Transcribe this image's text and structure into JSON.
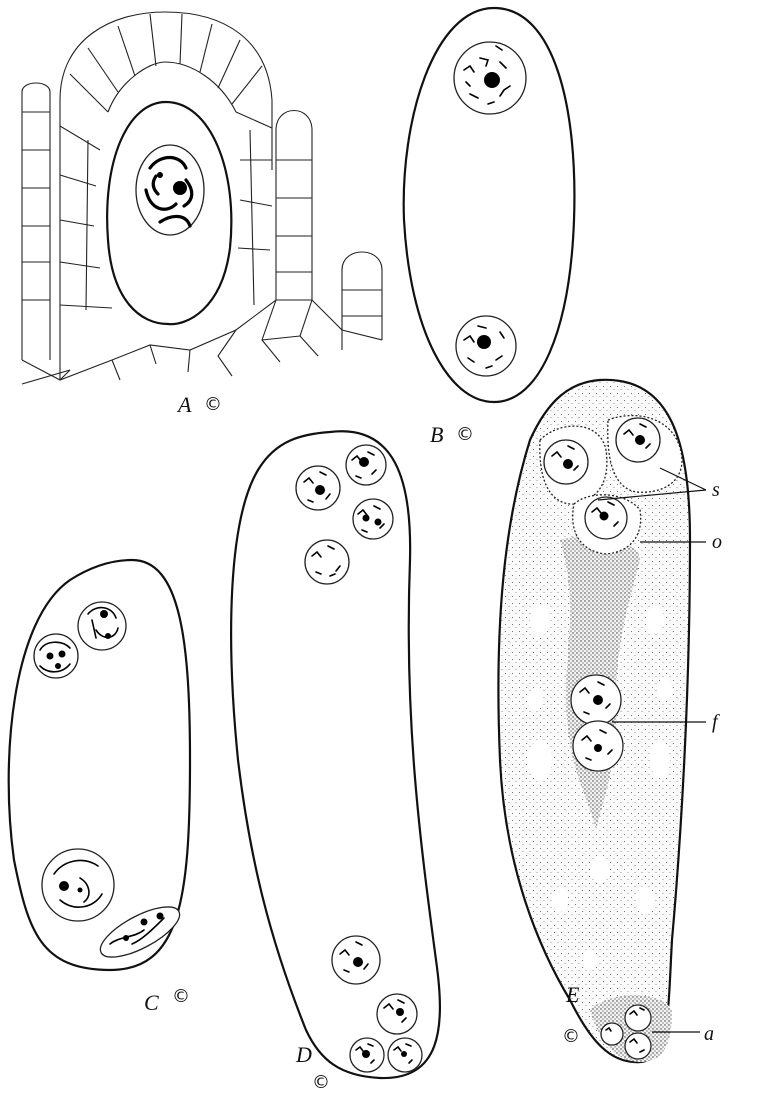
{
  "panels": {
    "A": {
      "label": "A",
      "mark": "©"
    },
    "B": {
      "label": "B",
      "mark": "©"
    },
    "C": {
      "label": "C",
      "mark": "©"
    },
    "D": {
      "label": "D",
      "mark": "©"
    },
    "E": {
      "label": "E",
      "mark": "©"
    }
  },
  "callouts": {
    "s": "s",
    "o": "o",
    "f": "f",
    "a": "a"
  },
  "colors": {
    "ink": "#111111",
    "background": "#ffffff",
    "stipple": "#555555"
  }
}
